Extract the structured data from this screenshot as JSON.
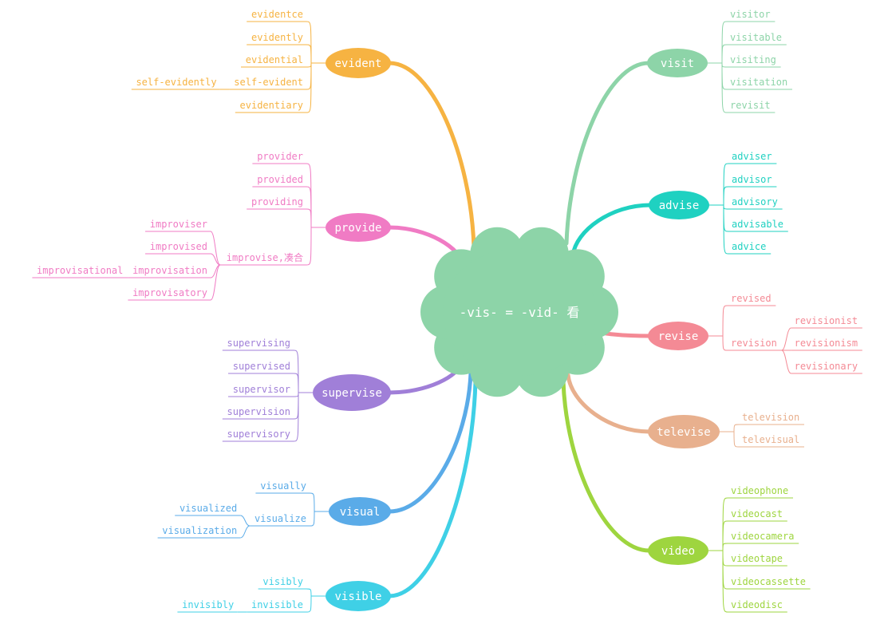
{
  "center": {
    "label": "-vis- = -vid- 看",
    "color": "#8dd4a8"
  },
  "branches": [
    {
      "id": "evident",
      "label": "evident",
      "color": "#f6b342",
      "side": "left",
      "children": [
        {
          "label": "evidentce"
        },
        {
          "label": "evidently"
        },
        {
          "label": "evidential"
        },
        {
          "label": "self-evident",
          "children": [
            {
              "label": "self-evidently"
            }
          ]
        },
        {
          "label": "evidentiary"
        }
      ]
    },
    {
      "id": "provide",
      "label": "provide",
      "color": "#f07bc4",
      "side": "left",
      "children": [
        {
          "label": "provider"
        },
        {
          "label": "provided"
        },
        {
          "label": "providing"
        },
        {
          "label": "improvise,凑合",
          "children": [
            {
              "label": "improviser"
            },
            {
              "label": "improvised"
            },
            {
              "label": "improvisation",
              "children": [
                {
                  "label": "improvisational"
                }
              ]
            },
            {
              "label": "improvisatory"
            }
          ]
        }
      ]
    },
    {
      "id": "supervise",
      "label": "supervise",
      "color": "#a07fd8",
      "side": "left",
      "children": [
        {
          "label": "supervising"
        },
        {
          "label": "supervised"
        },
        {
          "label": "supervisor"
        },
        {
          "label": "supervision"
        },
        {
          "label": "supervisory"
        }
      ]
    },
    {
      "id": "visual",
      "label": "visual",
      "color": "#5aabe8",
      "side": "left",
      "children": [
        {
          "label": "visually"
        },
        {
          "label": "visualize",
          "children": [
            {
              "label": "visualized"
            },
            {
              "label": "visualization"
            }
          ]
        }
      ]
    },
    {
      "id": "visible",
      "label": "visible",
      "color": "#3fd0e6",
      "side": "left",
      "children": [
        {
          "label": "visibly"
        },
        {
          "label": "invisible",
          "children": [
            {
              "label": "invisibly"
            }
          ]
        }
      ]
    },
    {
      "id": "visit",
      "label": "visit",
      "color": "#8dd4a8",
      "side": "right",
      "children": [
        {
          "label": "visitor"
        },
        {
          "label": "visitable"
        },
        {
          "label": "visiting"
        },
        {
          "label": "visitation"
        },
        {
          "label": "revisit"
        }
      ]
    },
    {
      "id": "advise",
      "label": "advise",
      "color": "#1fd1c1",
      "side": "right",
      "children": [
        {
          "label": "adviser"
        },
        {
          "label": "advisor"
        },
        {
          "label": "advisory"
        },
        {
          "label": "advisable"
        },
        {
          "label": "advice"
        }
      ]
    },
    {
      "id": "revise",
      "label": "revise",
      "color": "#f48a95",
      "side": "right",
      "children": [
        {
          "label": "revised"
        },
        {
          "label": "revision",
          "children": [
            {
              "label": "revisionist"
            },
            {
              "label": "revisionism"
            },
            {
              "label": "revisionary"
            }
          ]
        }
      ]
    },
    {
      "id": "televise",
      "label": "televise",
      "color": "#e8b08e",
      "side": "right",
      "children": [
        {
          "label": "television"
        },
        {
          "label": "televisual"
        }
      ]
    },
    {
      "id": "video",
      "label": "video",
      "color": "#9ed53f",
      "side": "right",
      "children": [
        {
          "label": "videophone"
        },
        {
          "label": "videocast"
        },
        {
          "label": "videocamera"
        },
        {
          "label": "videotape"
        },
        {
          "label": "videocassette"
        },
        {
          "label": "videodisc"
        }
      ]
    }
  ]
}
